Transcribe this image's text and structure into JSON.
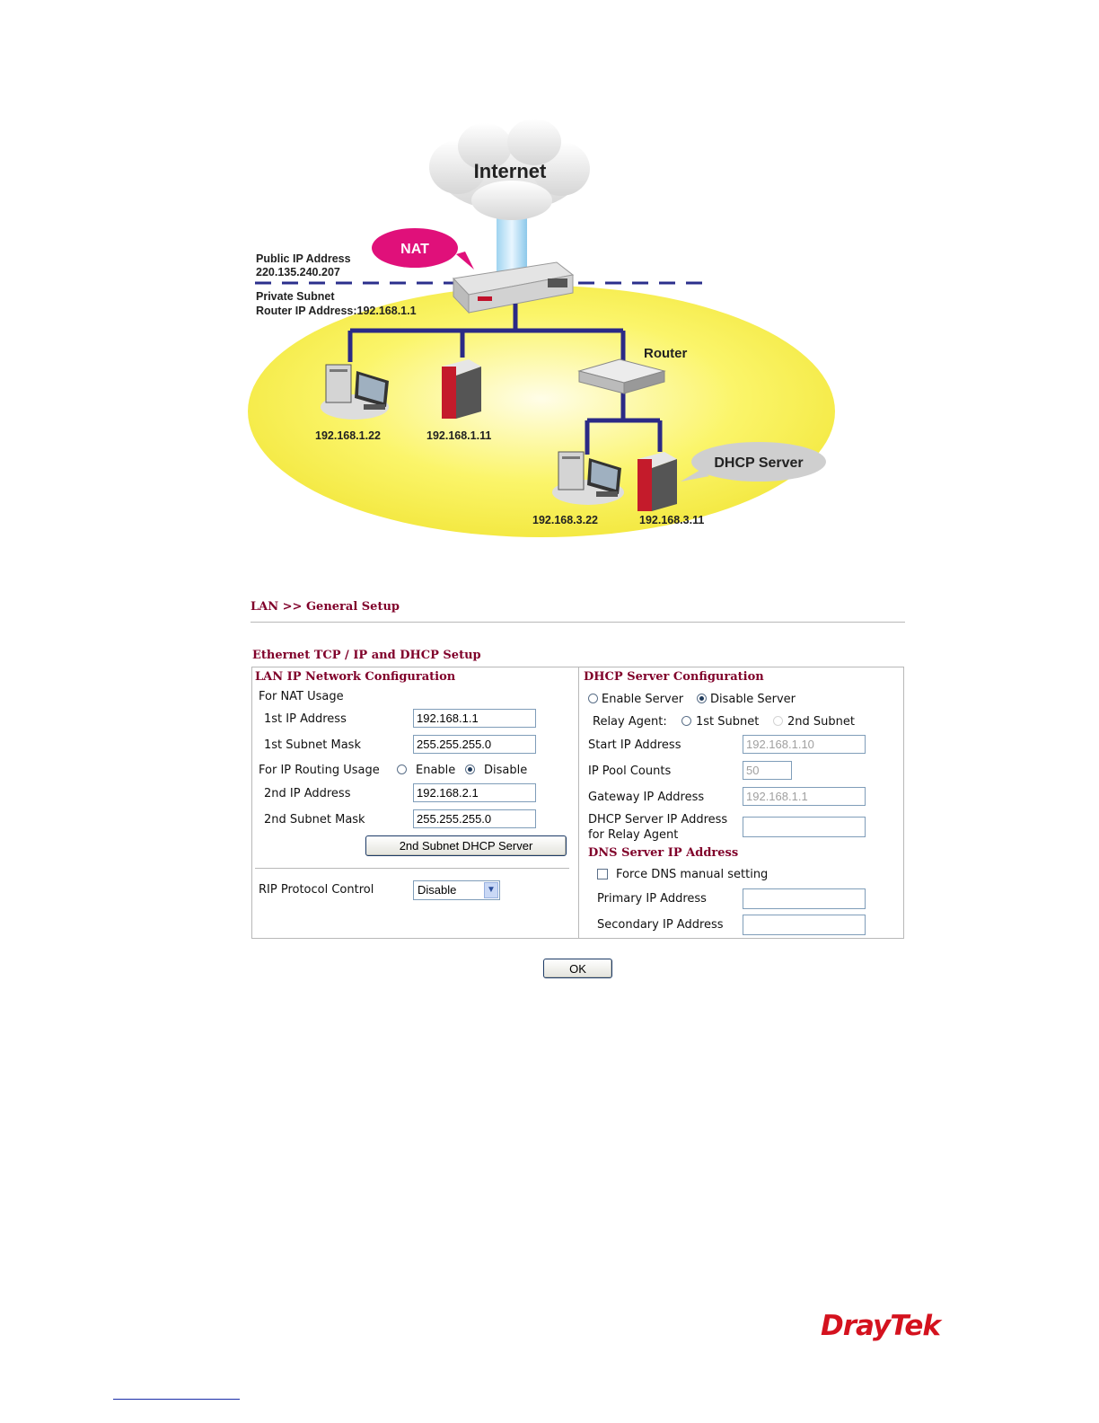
{
  "diagram": {
    "cloud_label": "Internet",
    "nat_label": "NAT",
    "public_ip_title": "Public IP Address",
    "public_ip": "220.135.240.207",
    "private_subnet": "Private Subnet",
    "router_ip": "Router IP Address:192.168.1.1",
    "router_label": "Router",
    "dhcp_label": "DHCP Server",
    "hosts": [
      "192.168.1.22",
      "192.168.1.11",
      "192.168.3.22",
      "192.168.3.11"
    ]
  },
  "page": {
    "breadcrumb": "LAN >> General Setup",
    "section_title": "Ethernet TCP / IP and DHCP Setup"
  },
  "lan": {
    "header": "LAN IP Network Configuration",
    "nat_usage": "For NAT Usage",
    "ip1_label": "1st IP Address",
    "ip1_value": "192.168.1.1",
    "mask1_label": "1st Subnet Mask",
    "mask1_value": "255.255.255.0",
    "routing_label": "For IP Routing Usage",
    "enable_label": "Enable",
    "disable_label": "Disable",
    "routing_selected": "Disable",
    "ip2_label": "2nd IP Address",
    "ip2_value": "192.168.2.1",
    "mask2_label": "2nd Subnet Mask",
    "mask2_value": "255.255.255.0",
    "dhcp2_button": "2nd Subnet DHCP Server",
    "rip_label": "RIP Protocol Control",
    "rip_value": "Disable"
  },
  "dhcp": {
    "header": "DHCP Server Configuration",
    "enable_label": "Enable Server",
    "disable_label": "Disable Server",
    "server_selected": "Disable Server",
    "relay_label": "Relay Agent:",
    "relay_1st": "1st Subnet",
    "relay_2nd": "2nd Subnet",
    "start_ip_label": "Start IP Address",
    "start_ip_value": "192.168.1.10",
    "pool_label": "IP Pool Counts",
    "pool_value": "50",
    "gateway_label": "Gateway IP Address",
    "gateway_value": "192.168.1.1",
    "relay_server_label_1": "DHCP Server IP Address",
    "relay_server_label_2": "for Relay Agent",
    "relay_server_value": "",
    "dns_header": "DNS Server IP Address",
    "force_dns_label": "Force DNS manual setting",
    "force_dns_checked": false,
    "primary_label": "Primary IP Address",
    "primary_value": "",
    "secondary_label": "Secondary IP Address",
    "secondary_value": ""
  },
  "ok_button": "OK",
  "brand": "DrayTek"
}
